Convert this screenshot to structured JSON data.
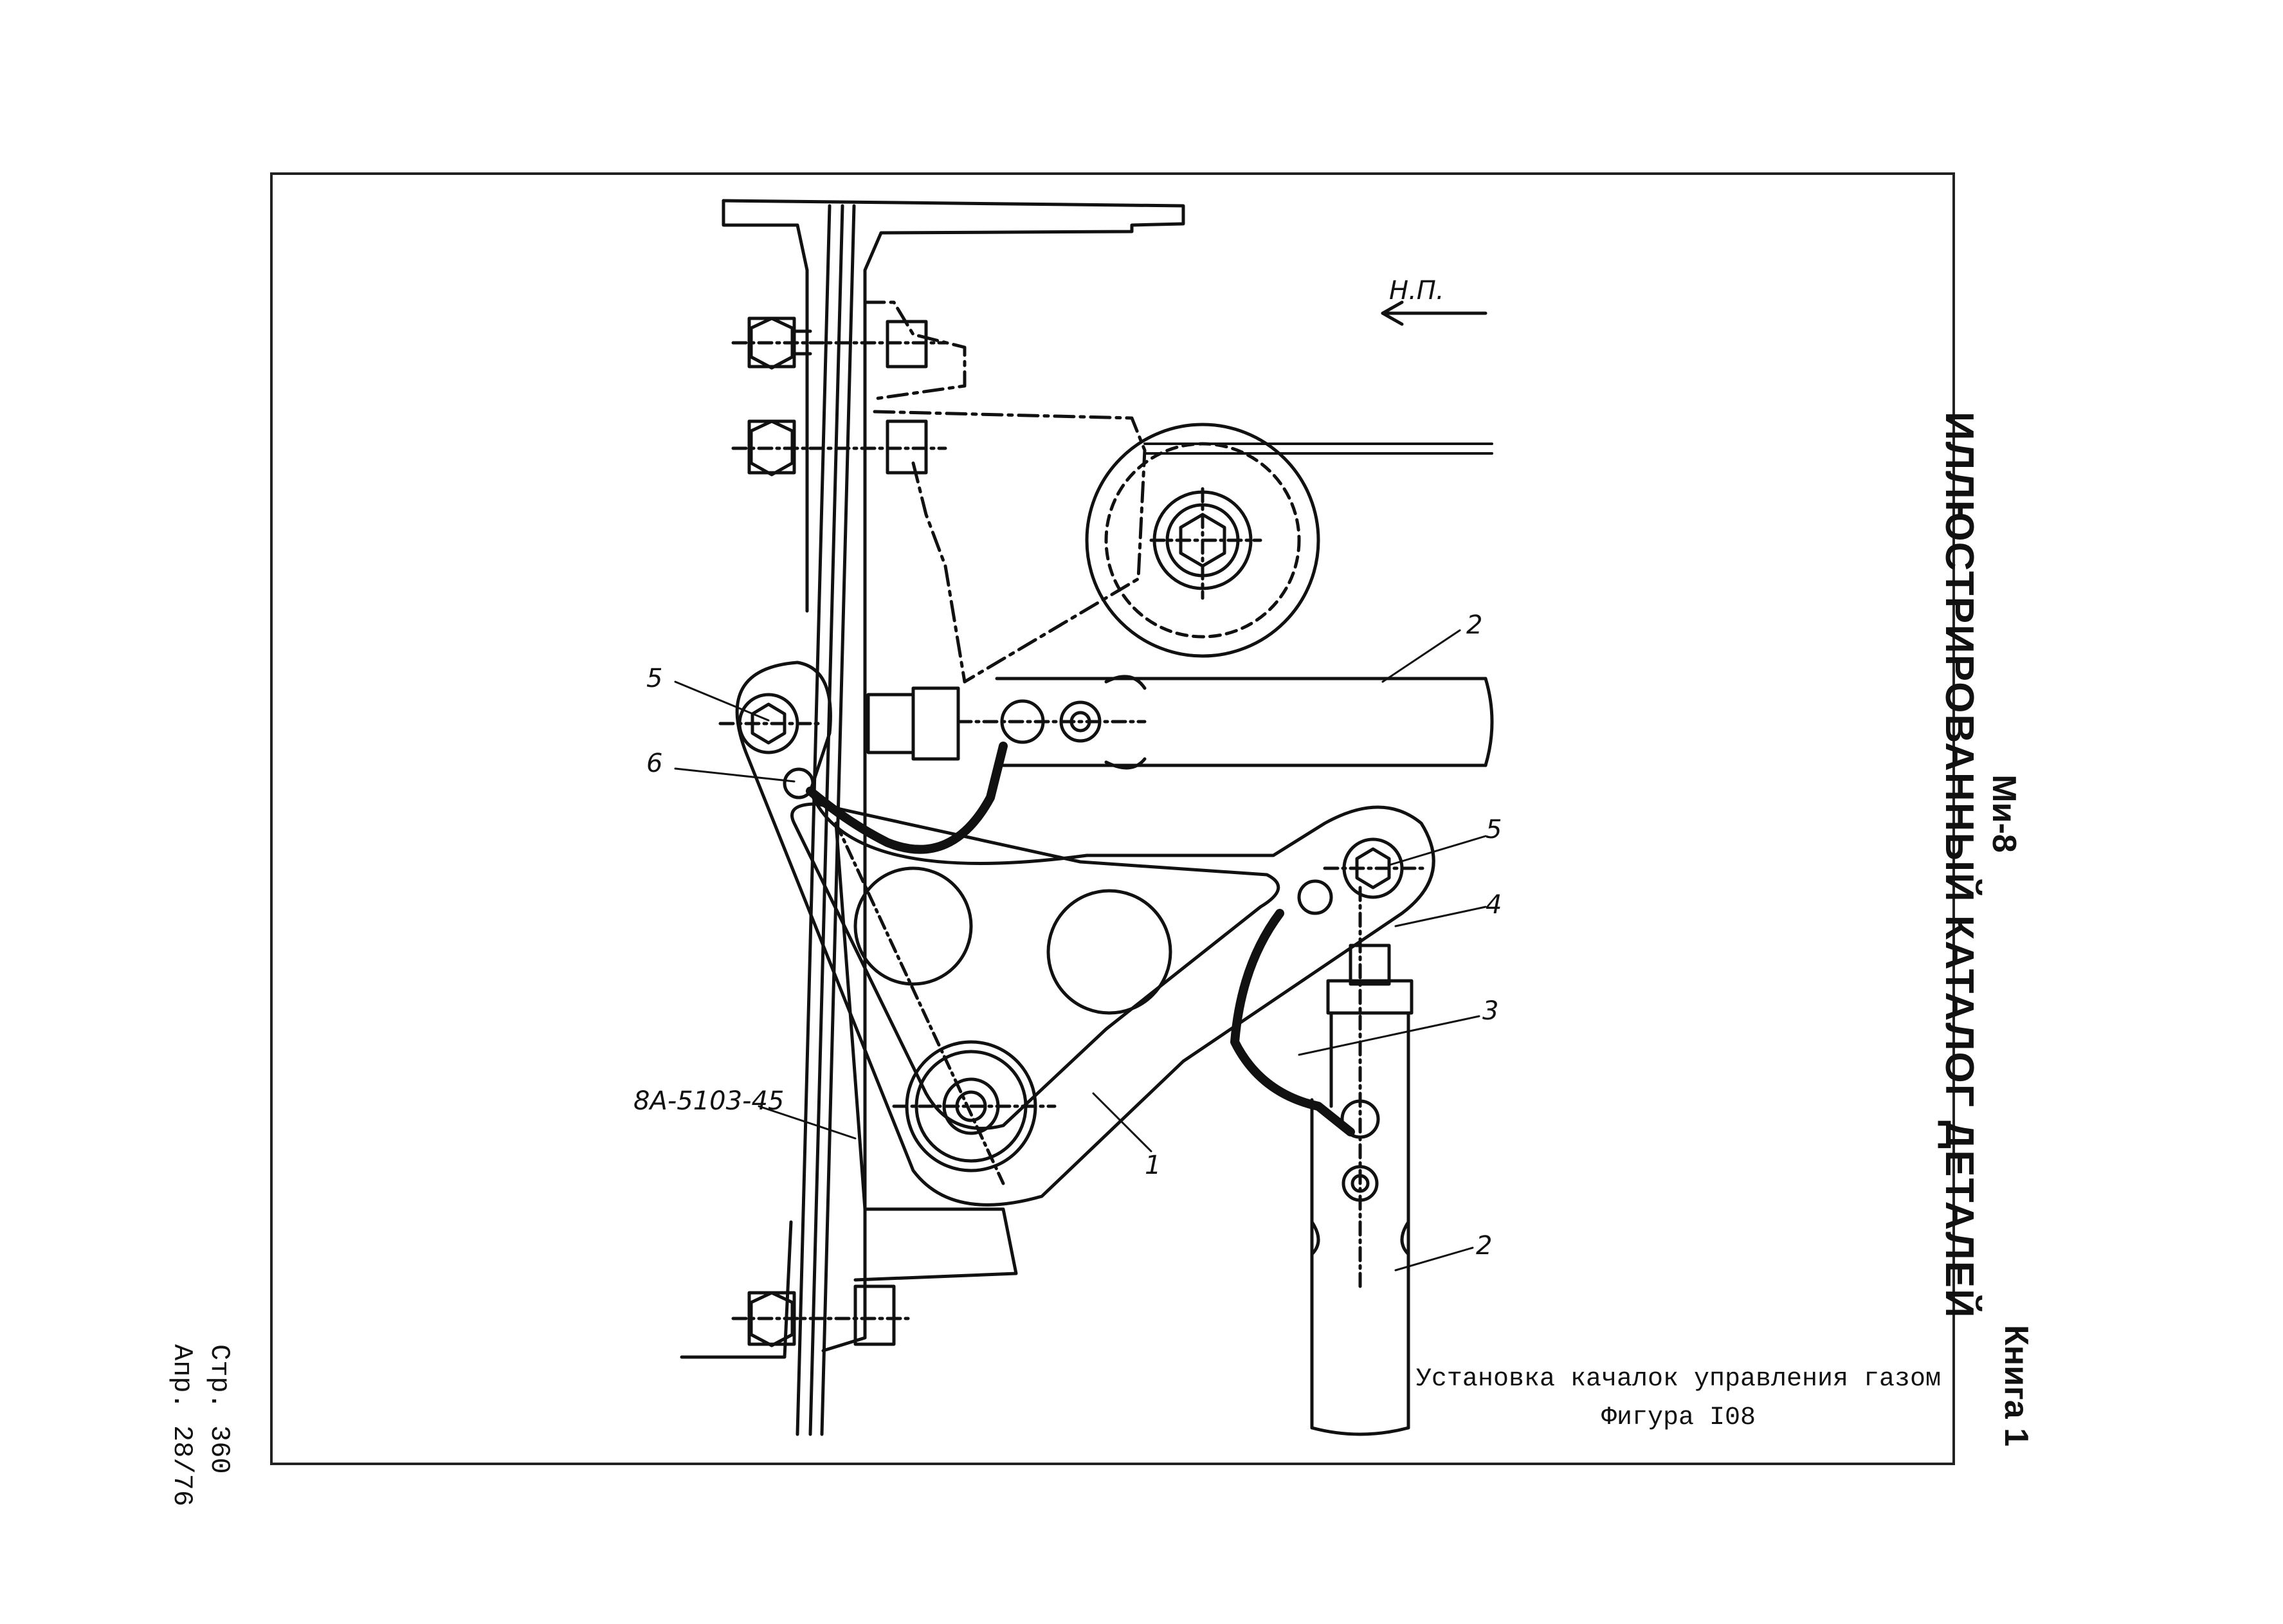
{
  "sidebar": {
    "model": "Ми-8",
    "catalog_title": "ИЛЛЮСТРИРОВАННЫЙ КАТАЛОГ ДЕТАЛЕЙ",
    "book": "Книга 1"
  },
  "page_info": {
    "page": "Стр. 360",
    "date": "Апр. 28/76"
  },
  "caption": {
    "title": "Установка качалок управления газом",
    "figure": "Фигура I08"
  },
  "drawing": {
    "direction_label": "Н.П.",
    "part_labels": [
      "1",
      "2",
      "2",
      "3",
      "4",
      "5",
      "5",
      "6"
    ],
    "reference_label": "8А-5103-45"
  }
}
